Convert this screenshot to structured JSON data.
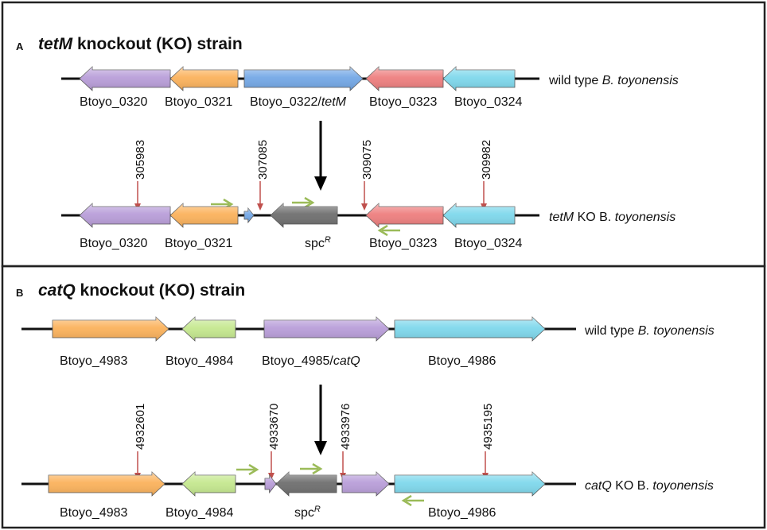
{
  "panel_a": {
    "letter": "A",
    "title_gene": "tetM",
    "title_rest": " knockout (KO) strain",
    "wt": {
      "strain_prefix": "wild type ",
      "strain_species": "B. toyonensis",
      "genes": [
        {
          "label": "Btoyo_0320",
          "color": "#b99ed9"
        },
        {
          "label": "Btoyo_0321",
          "color": "#fbb25c"
        },
        {
          "label": "Btoyo_0322/",
          "label_italic": "tetM",
          "color": "#74a8e6"
        },
        {
          "label": "Btoyo_0323",
          "color": "#ee7f7f"
        },
        {
          "label": "Btoyo_0324",
          "color": "#7fd8ec"
        }
      ]
    },
    "ko": {
      "strain_gene": "tetM",
      "strain_mid": " KO B. ",
      "strain_species": "toyonensis",
      "coords": [
        "305983",
        "307085",
        "309075",
        "309982"
      ],
      "genes": [
        {
          "label": "Btoyo_0320",
          "color": "#b99ed9"
        },
        {
          "label": "Btoyo_0321",
          "color": "#fbb25c"
        },
        {
          "label": "",
          "color": "#74a8e6"
        },
        {
          "label": "spc",
          "label_sup": "R",
          "color": "#6f6f6f"
        },
        {
          "label": "Btoyo_0323",
          "color": "#ee7f7f"
        },
        {
          "label": "Btoyo_0324",
          "color": "#7fd8ec"
        }
      ]
    }
  },
  "panel_b": {
    "letter": "B",
    "title_gene": "catQ",
    "title_rest": " knockout (KO) strain",
    "wt": {
      "strain_prefix": "wild type ",
      "strain_species": "B. toyonensis",
      "genes": [
        {
          "label": "Btoyo_4983",
          "color": "#fbb25c"
        },
        {
          "label": "Btoyo_4984",
          "color": "#c5e88f"
        },
        {
          "label": "Btoyo_4985/",
          "label_italic": "catQ",
          "color": "#b99ed9"
        },
        {
          "label": "Btoyo_4986",
          "color": "#7fd8ec"
        }
      ]
    },
    "ko": {
      "strain_gene": "catQ",
      "strain_mid": " KO B. ",
      "strain_species": "toyonensis",
      "coords": [
        "4932601",
        "4933670",
        "4933976",
        "4935195"
      ],
      "genes": [
        {
          "label": "Btoyo_4983",
          "color": "#fbb25c"
        },
        {
          "label": "Btoyo_4984",
          "color": "#c5e88f"
        },
        {
          "label": "",
          "color": "#b99ed9"
        },
        {
          "label": "spc",
          "label_sup": "R",
          "color": "#6f6f6f"
        },
        {
          "label": "",
          "color": "#b99ed9"
        },
        {
          "label": "Btoyo_4986",
          "color": "#7fd8ec"
        }
      ]
    }
  },
  "colors": {
    "backbone": "#111111",
    "marker_arrow": "#c0504d",
    "primer_arrow": "#9bbb59",
    "knockout_arrow": "#000000",
    "border": "#222222"
  }
}
